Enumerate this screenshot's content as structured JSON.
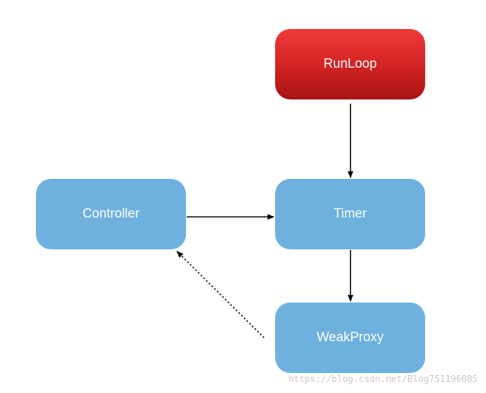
{
  "nodes": {
    "runloop": "RunLoop",
    "controller": "Controller",
    "timer": "Timer",
    "weakproxy": "WeakProxy"
  },
  "colors": {
    "node_fill": "#6fb1de",
    "runloop_fill": "#d52424",
    "edge": "#000000"
  },
  "watermark": "https://blog.csdn.net/Blog751196085"
}
